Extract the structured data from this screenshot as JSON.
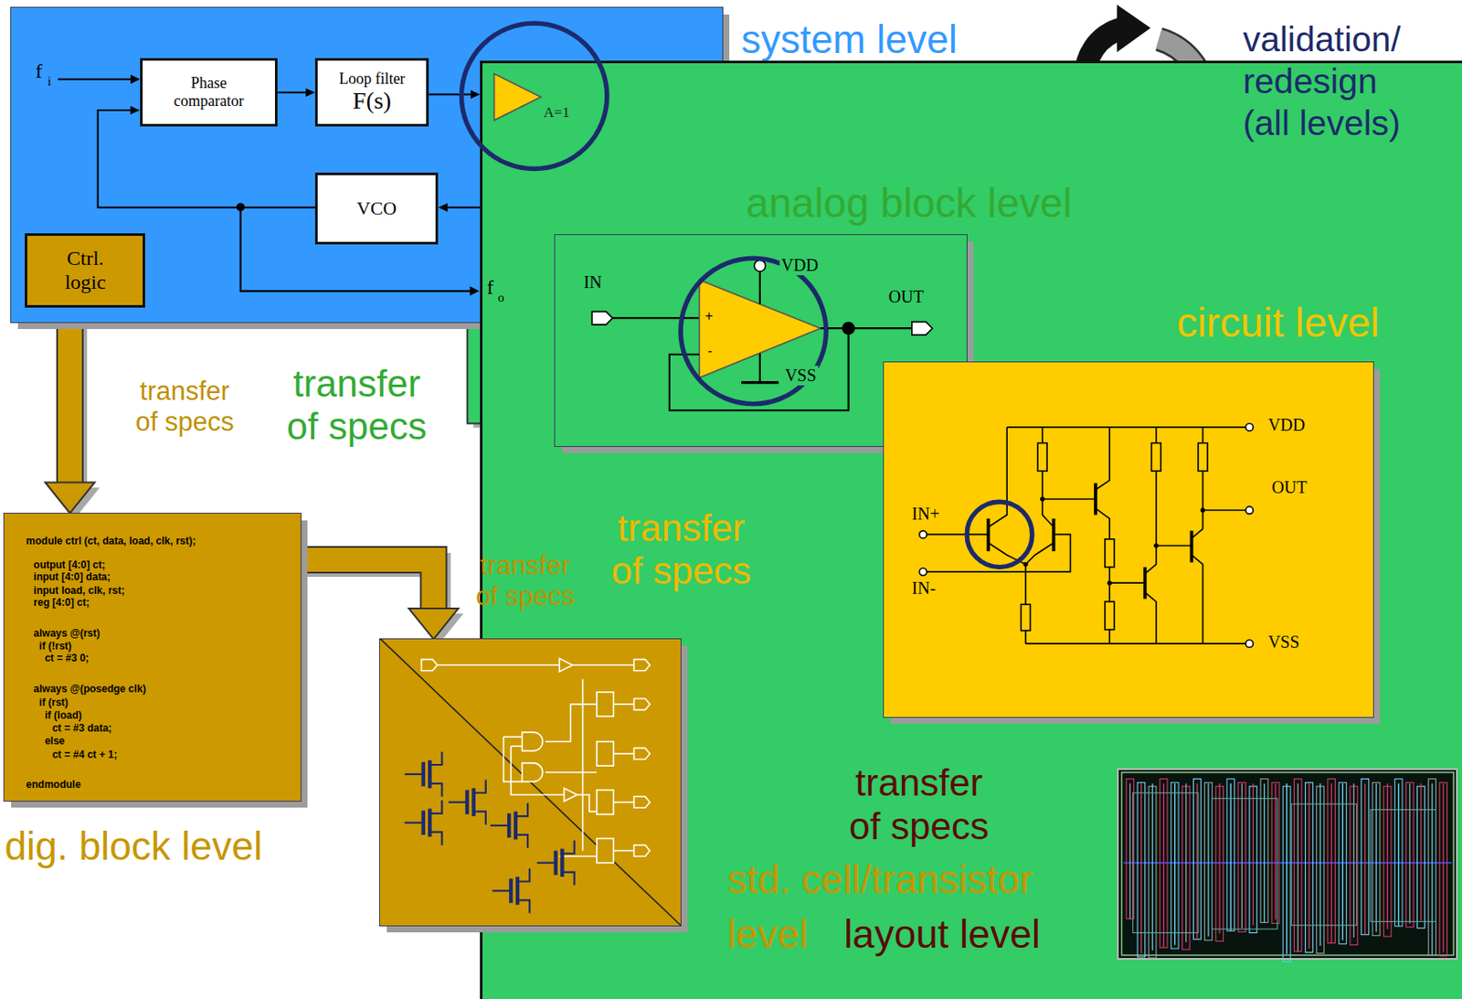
{
  "diagram": {
    "nodes": [
      {
        "text": [
          "system level"
        ]
      },
      {
        "text": [
          "Phase comparator"
        ],
        "in": 0
      },
      {
        "text": [
          "Loop filter",
          "F(s)"
        ],
        "in": 0
      },
      {
        "text": [
          "A=1"
        ],
        "in": 0
      },
      {
        "text": [
          "VCO"
        ],
        "in": 0
      },
      {
        "text": [
          "Ctrl. logic"
        ],
        "in": 0
      },
      {
        "text": [
          "analog block level"
        ]
      },
      {
        "text": [
          "circuit level"
        ]
      },
      {
        "text": [
          "module ctrl (ct, data, load, clk, rst);",
          "output [4:0] ct;",
          "input [4:0] data;",
          "input load, clk, rst;",
          "reg [4:0] ct;",
          "always @(rst)",
          "if (!rst)",
          "ct = #3 0;",
          "always @(posedge clk)",
          "if (rst)",
          "if (load)",
          "ct = #3 data;",
          "else",
          "ct = #4 ct + 1;",
          "endmodule",
          "dig. block level"
        ]
      },
      {
        "text": [
          "std. cell/transistor level"
        ]
      },
      {
        "text": [
          "layout level"
        ]
      }
    ],
    "edges": [
      {
        "from": 1,
        "to": 2,
        "arrow": "to"
      },
      {
        "from": 2,
        "to": 3,
        "arrow": "to"
      },
      {
        "from": 3,
        "to": 4,
        "arrow": "to"
      },
      {
        "from": 4,
        "to": 1,
        "arrow": "to"
      },
      {
        "from": 0,
        "to": 8,
        "arrow": "to",
        "label": "transfer of specs"
      },
      {
        "from": 0,
        "to": 6,
        "arrow": "to",
        "label": "transfer of specs"
      },
      {
        "from": 6,
        "to": 7,
        "arrow": "to",
        "label": "transfer of specs"
      },
      {
        "from": 8,
        "to": 9,
        "arrow": "to",
        "label": "transfer of specs"
      },
      {
        "from": 7,
        "to": 10,
        "arrow": "to",
        "label": "transfer of specs"
      },
      {
        "from": 9,
        "to": 10,
        "arrow": "to"
      }
    ],
    "labels": [
      "f",
      "i",
      "f",
      "o",
      "IN",
      "VDD",
      "OUT",
      "+",
      "-",
      "VSS",
      "VDD",
      "OUT",
      "IN+",
      "IN-",
      "VSS",
      "validation/ redesign (all levels)"
    ]
  }
}
